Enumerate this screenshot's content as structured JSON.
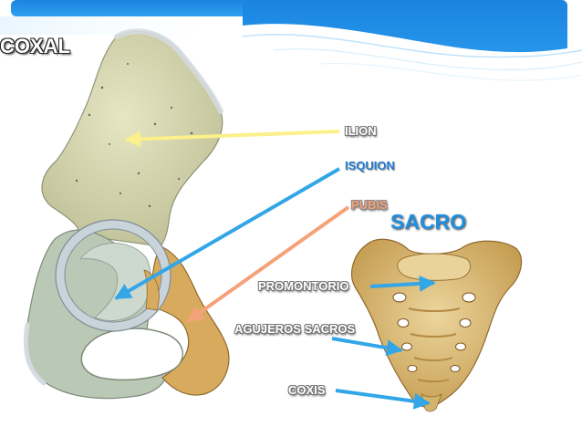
{
  "titles": {
    "coxal": "COXAL",
    "sacro": "SACRO"
  },
  "labels": {
    "ilion": "ILION",
    "isquion": "ISQUION",
    "pubis": "PUBIS",
    "promontorio": "PROMONTORIO",
    "agujeros_sacros": "AGUJEROS SACROS",
    "coxis": "COXIS"
  },
  "colors": {
    "banner_blue": "#1e8fe6",
    "ilion_arrow": "#fbf08a",
    "isquion_arrow": "#33a6e8",
    "pubis_arrow": "#f5a27a",
    "sacro_arrows": "#33a6e8",
    "ilion_bone": "#d6d6ae",
    "isquion_bone": "#b9c9b5",
    "pubis_bone": "#d8aa5e",
    "sacrum_bone": "#dcbf7e"
  }
}
